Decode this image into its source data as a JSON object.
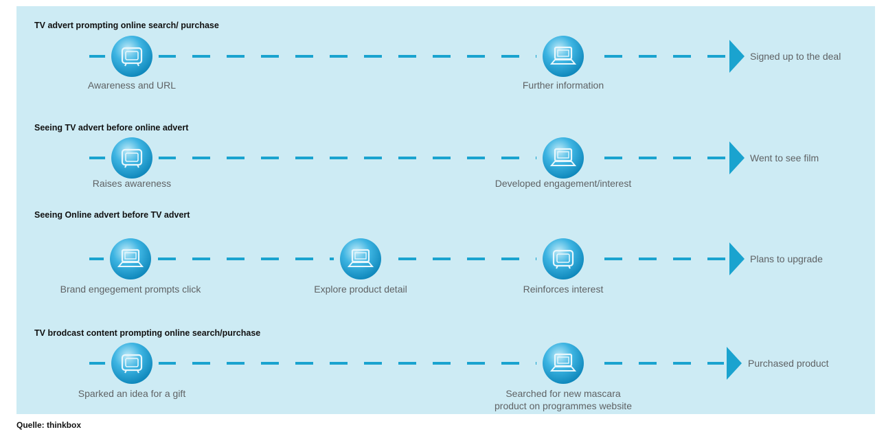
{
  "colors": {
    "panel": "#cdebf4",
    "line": "#1aa3cf",
    "arrow": "#1aa3cf",
    "node_light": "#bfeaf8",
    "node_mid": "#3db4e2",
    "node_dark": "#0b84b8",
    "icon_stroke": "#e8f7fc",
    "title_text": "#111111",
    "label_text": "#5f6264"
  },
  "rows": [
    {
      "title": "TV advert prompting online search/ purchase",
      "nodes": [
        {
          "icon": "tv-icon",
          "label": [
            "Awareness and URL"
          ]
        },
        {
          "icon": "laptop-icon",
          "label": [
            "Further information"
          ]
        }
      ],
      "outcome": "Signed up to the deal"
    },
    {
      "title": "Seeing TV advert before online advert",
      "nodes": [
        {
          "icon": "tv-icon",
          "label": [
            "Raises awareness"
          ]
        },
        {
          "icon": "laptop-icon",
          "label": [
            "Developed engagement/interest"
          ]
        }
      ],
      "outcome": "Went to see film"
    },
    {
      "title": "Seeing Online advert before TV advert",
      "nodes": [
        {
          "icon": "laptop-icon",
          "label": [
            "Brand engegement prompts click"
          ]
        },
        {
          "icon": "laptop-icon",
          "label": [
            "Explore product detail"
          ]
        },
        {
          "icon": "tv-icon",
          "label": [
            "Reinforces interest"
          ]
        }
      ],
      "outcome": "Plans to upgrade"
    },
    {
      "title": "TV brodcast content prompting online search/purchase",
      "nodes": [
        {
          "icon": "tv-icon",
          "label": [
            "Sparked an idea for a gift"
          ]
        },
        {
          "icon": "laptop-icon",
          "label": [
            "Searched for new mascara",
            "product on programmes website"
          ]
        }
      ],
      "outcome": "Purchased product"
    }
  ],
  "source": "Quelle: thinkbox"
}
